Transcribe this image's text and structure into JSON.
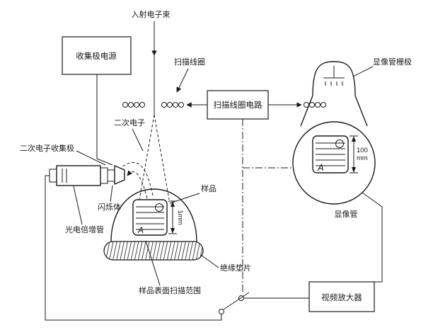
{
  "diagram": {
    "labels": {
      "incident_beam": "入射电子束",
      "collector_supply": "收集极电源",
      "scan_coil": "扫描线圈",
      "scan_coil_circuit": "扫描线圈电路",
      "crt_grid": "显像管栅极",
      "secondary_electrons": "二次电子",
      "secondary_collector": "二次电子收集极",
      "scintillator": "闪烁体",
      "photomultiplier": "光电倍增管",
      "sample": "样品",
      "sample_dim": "1mm",
      "crt_dim_value": "100",
      "crt_dim_unit": "mm",
      "crt": "显像管",
      "insulator": "绝缘垫片",
      "scan_area": "样品表面扫描范围",
      "video_amplifier": "视频放大器",
      "sample_letter": "A",
      "crt_letter": "A"
    },
    "colors": {
      "line": "#1a1a1a",
      "background": "#ffffff"
    }
  }
}
